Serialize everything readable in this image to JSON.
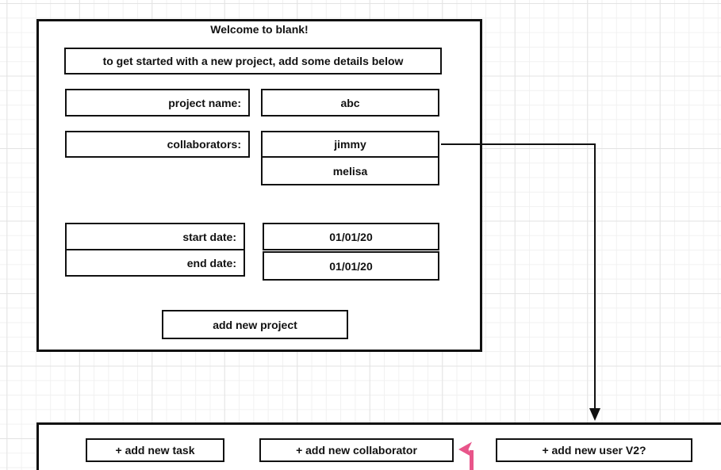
{
  "colors": {
    "line": "#111111",
    "shape_fill": "#ffffff",
    "grid_minor": "#f1f1f1",
    "grid_major": "#e3e3e3",
    "annotation_pink": "#e8558a"
  },
  "welcome_panel": {
    "title": "Welcome to blank!",
    "intro": "to get started with a new project, add some details below",
    "rows": [
      {
        "label": "project name:",
        "value": "abc"
      },
      {
        "label": "collaborators:",
        "values": [
          "jimmy",
          "melisa"
        ]
      },
      {
        "label": "start date:",
        "value": "01/01/20"
      },
      {
        "label": "end date:",
        "value": "01/01/20"
      }
    ],
    "submit_label": "add new project"
  },
  "action_bar": {
    "buttons": [
      {
        "label": "+ add new task"
      },
      {
        "label": "+ add new collaborator"
      },
      {
        "label": "+ add new user V2?"
      }
    ]
  }
}
